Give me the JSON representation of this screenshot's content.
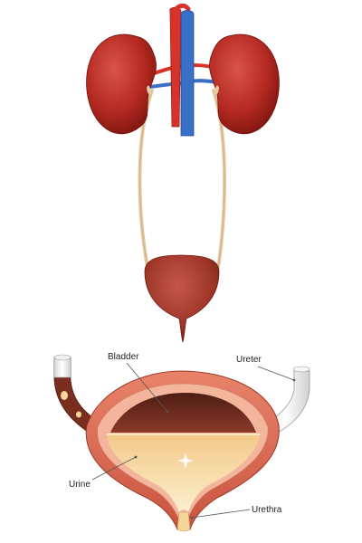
{
  "labels": {
    "bladder": "Bladder",
    "ureter": "Ureter",
    "urine": "Urine",
    "urethra": "Urethra"
  },
  "colors": {
    "kidney": "#b52a22",
    "kidney_shadow": "#7f1510",
    "artery": "#d8332b",
    "vein": "#3a6fc6",
    "ureter_tube": "#e8cba4",
    "bladder_wall": "#e07a62",
    "bladder_lumen": "#6e2a1e",
    "urine": "#f6d79a",
    "leader_line": "#555555"
  }
}
